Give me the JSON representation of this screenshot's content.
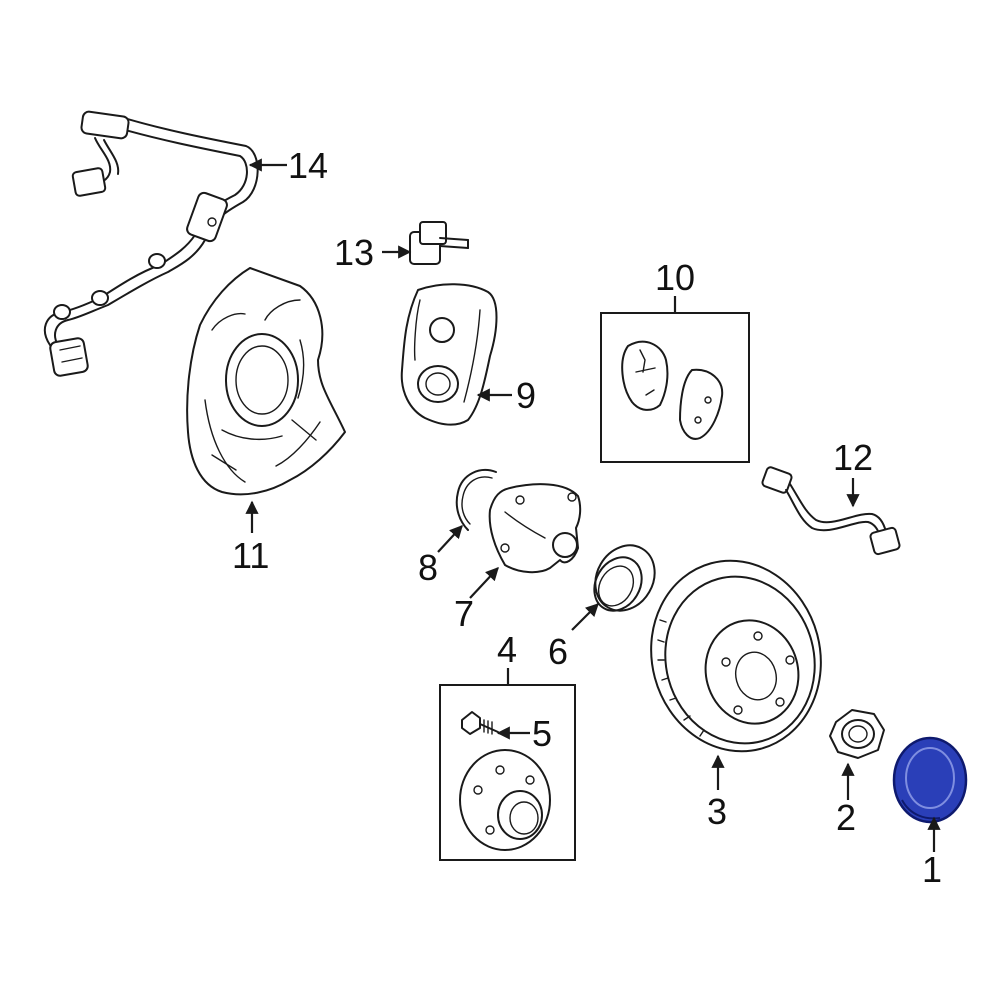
{
  "colors": {
    "line": "#1a1a1a",
    "highlight_fill": "#2a3fb8",
    "highlight_stroke": "#0e1a6e",
    "background": "#ffffff"
  },
  "callouts": {
    "c1": "1",
    "c2": "2",
    "c3": "3",
    "c4": "4",
    "c5": "5",
    "c6": "6",
    "c7": "7",
    "c8": "8",
    "c9": "9",
    "c10": "10",
    "c11": "11",
    "c12": "12",
    "c13": "13",
    "c14": "14"
  },
  "highlighted_part": "1"
}
